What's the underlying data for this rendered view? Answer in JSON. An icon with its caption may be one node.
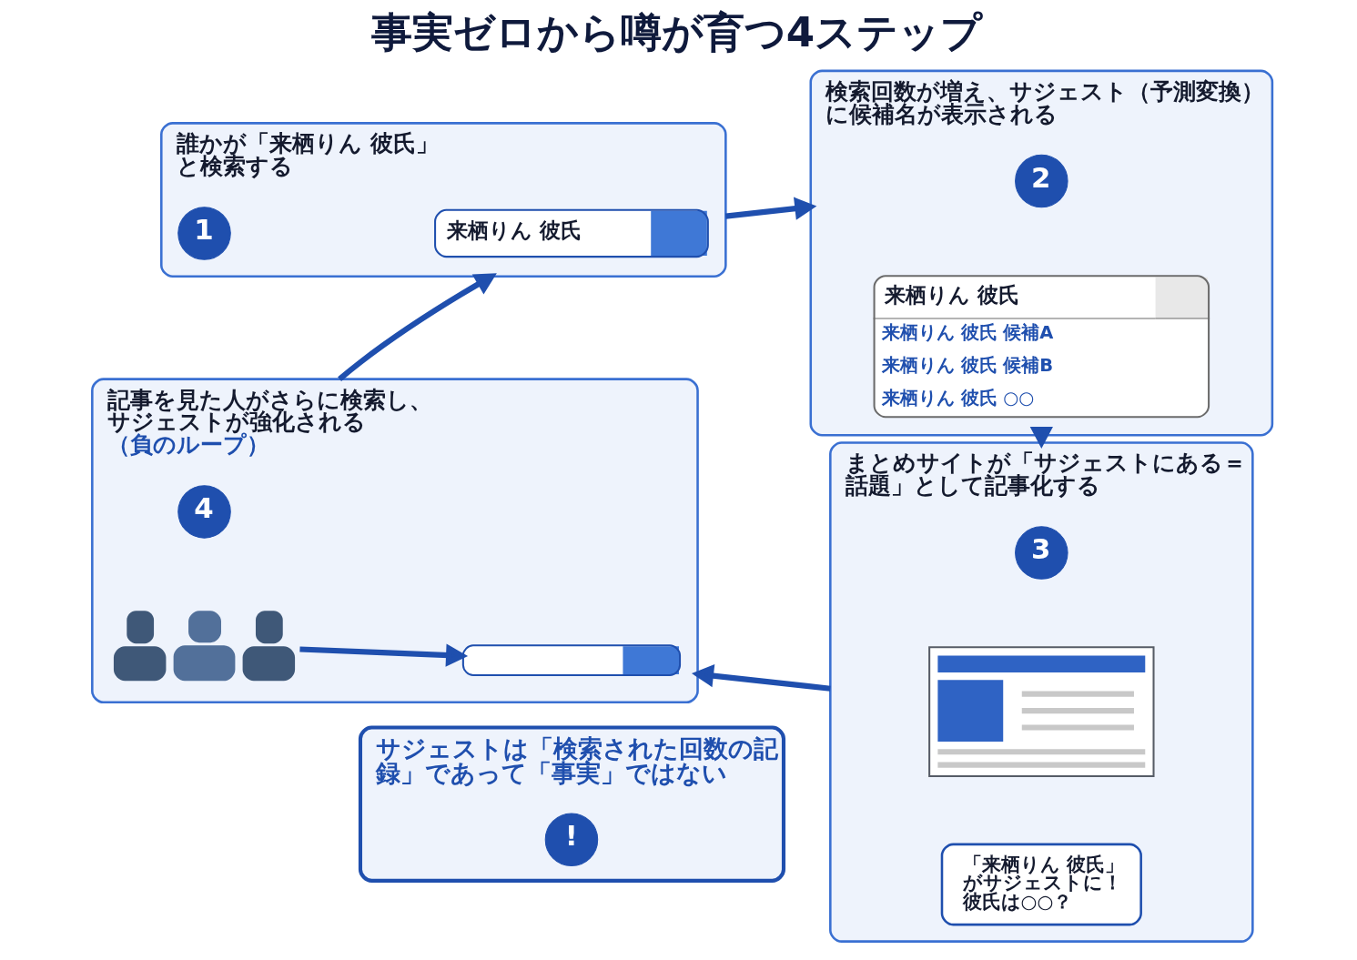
{
  "diagram": {
    "title": "事実ゼロから噂が育つ4ステップ",
    "nodes": [
      {
        "text": [
          "誰かが「来栖りん 彼氏」と検索する"
        ]
      },
      {
        "text": [
          "1"
        ],
        "in": 0
      },
      {
        "text": [
          "来栖りん 彼氏"
        ],
        "in": 0
      },
      {
        "text": [
          "検索回数が増え、サジェスト（予測変換）に候補名が表示される"
        ]
      },
      {
        "text": [
          "2"
        ],
        "in": 3
      },
      {
        "text": [
          "来栖りん 彼氏",
          "来栖りん 彼氏 候補A",
          "来栖りん 彼氏 候補B",
          "来栖りん 彼氏 ○○"
        ],
        "in": 3
      },
      {
        "text": [
          "まとめサイトが「サジェストにある＝話題」として記事化する"
        ]
      },
      {
        "text": [
          "3"
        ],
        "in": 6
      },
      {
        "text": [],
        "shape": "picture",
        "in": 6
      },
      {
        "text": [
          "「来栖りん 彼氏」がサジェストに！彼氏は○○？"
        ],
        "in": 6
      },
      {
        "text": [
          "記事を見た人がさらに検索し、サジェストが強化される",
          "（負のループ）"
        ]
      },
      {
        "text": [
          "4"
        ],
        "in": 10
      },
      {
        "text": [],
        "shape": "person",
        "in": 10
      },
      {
        "text": [],
        "shape": "bar",
        "in": 10
      },
      {
        "text": [
          "サジェストは「検索された回数の記録」であって「事実」ではない"
        ]
      },
      {
        "text": [
          "!"
        ],
        "in": 14
      }
    ],
    "edges": [
      {
        "from": 0,
        "to": 3,
        "arrow": "to"
      },
      {
        "from": 3,
        "to": 6,
        "arrow": "to"
      },
      {
        "from": 6,
        "to": 10,
        "arrow": "to"
      },
      {
        "from": 10,
        "to": 0,
        "arrow": "to"
      },
      {
        "from": 12,
        "to": 13,
        "arrow": "to"
      }
    ]
  }
}
